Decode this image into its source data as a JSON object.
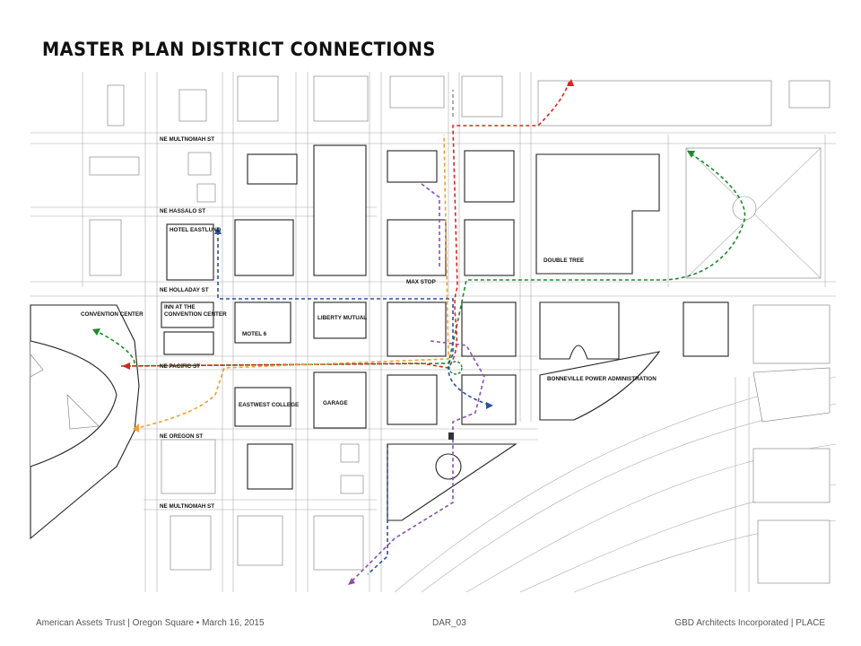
{
  "title": "MASTER PLAN DISTRICT CONNECTIONS",
  "streets": {
    "ne_multnomah_top": "NE MULTNOMAH ST",
    "ne_hassalo": "NE HASSALO ST",
    "ne_holladay": "NE HOLLADAY ST",
    "ne_pacific": "NE PACIFIC ST",
    "ne_oregon": "NE OREGON ST",
    "ne_multnomah_bottom": "NE MULTNOMAH ST"
  },
  "places": {
    "convention_center": "CONVENTION CENTER",
    "hotel_eastlund": "HOTEL EASTLUND",
    "inn_line1": "INN AT THE",
    "inn_line2": "CONVENTION CENTER",
    "motel6": "MOTEL 6",
    "liberty_mutual": "LIBERTY MUTUAL",
    "eastwest_college": "EASTWEST COLLEGE",
    "garage": "GARAGE",
    "max_stop": "MAX STOP",
    "double_tree": "DOUBLE TREE",
    "bpa": "BONNEVILLE POWER ADMINISTRATION"
  },
  "route_colors": {
    "red": "#d8261f",
    "orange": "#f0a030",
    "green": "#1c8a2a",
    "blue": "#2f4f9e",
    "purple": "#8a4fb0",
    "gray": "#9a9a9a"
  },
  "footer": {
    "left": "American Assets Trust | Oregon Square  •  March 16, 2015",
    "center": "DAR_03",
    "right": "GBD Architects Incorporated   |   PLACE"
  }
}
